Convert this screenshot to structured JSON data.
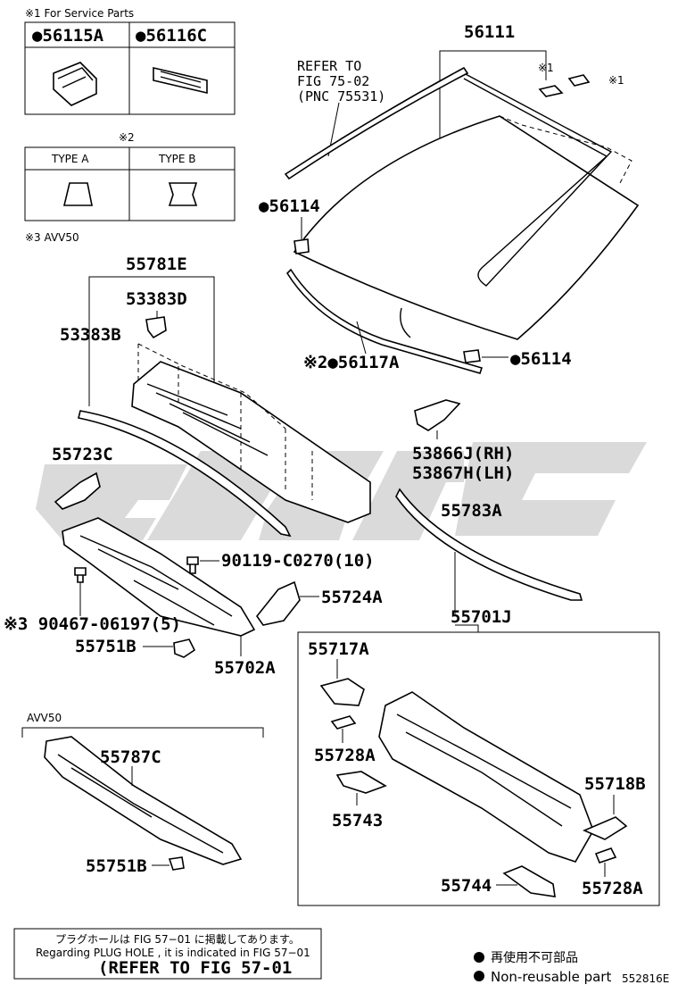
{
  "service_parts": {
    "title": "※1 For Service Parts",
    "part_a": "●56115A",
    "part_b": "●56116C"
  },
  "type_table": {
    "mark": "※2",
    "type_a": "TYPE A",
    "type_b": "TYPE B"
  },
  "avv50_note": "※3 AVV50",
  "refer": {
    "line1": "REFER TO",
    "line2": "FIG 75-02",
    "line3": "(PNC 75531)"
  },
  "parts": {
    "p56111": "56111",
    "p56114_left": "●56114",
    "p56114_right": "●56114",
    "p56117a": "※2●56117A",
    "p55781e": "55781E",
    "p53383d": "53383D",
    "p53383b": "53383B",
    "p55723c": "55723C",
    "p53866j": "53866J(RH)",
    "p53867h": "53867H(LH)",
    "p55783a": "55783A",
    "p90119": "90119-C0270(10)",
    "p55724a": "55724A",
    "p90467": "※3 90467-06197(5)",
    "p55751b": "55751B",
    "p55702a": "55702A",
    "p55701j": "55701J",
    "p55717a": "55717A",
    "p55728a_left": "55728A",
    "p55743": "55743",
    "p55718b": "55718B",
    "p55744": "55744",
    "p55728a_right": "55728A",
    "avv50_label": "AVV50",
    "p55787c": "55787C",
    "p55751b_lower": "55751B",
    "mark1_a": "※1",
    "mark1_b": "※1"
  },
  "footer_note": {
    "jp": "プラグホールは FIG 57−01 に掲載してあります。",
    "en": "Regarding PLUG HOLE , it is indicated in FIG 57−01",
    "ref": "(REFER TO FIG 57-01"
  },
  "legend": {
    "jp": "再使用不可部品",
    "en": "Non-reusable part"
  },
  "figure_code": "552816E"
}
